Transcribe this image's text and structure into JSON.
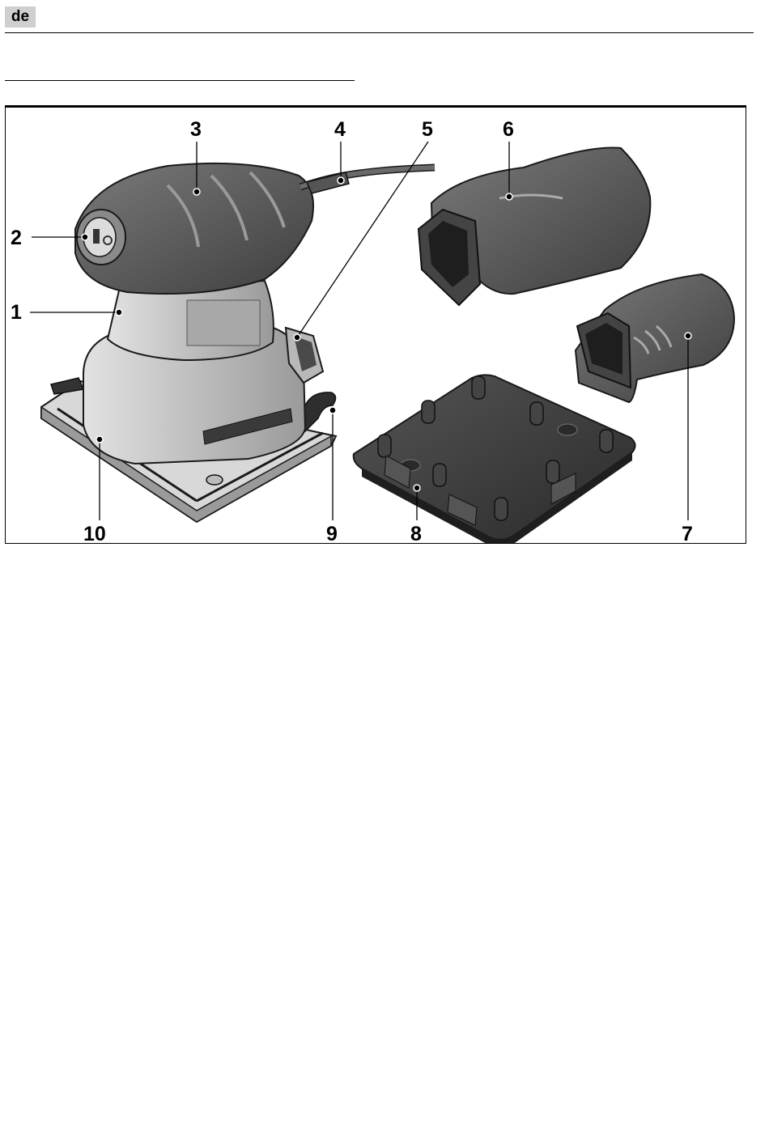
{
  "header": {
    "language_code": "de"
  },
  "figure": {
    "callouts": [
      {
        "id": "1",
        "text": "1"
      },
      {
        "id": "2",
        "text": "2"
      },
      {
        "id": "3",
        "text": "3"
      },
      {
        "id": "4",
        "text": "4"
      },
      {
        "id": "5",
        "text": "5"
      },
      {
        "id": "6",
        "text": "6"
      },
      {
        "id": "7",
        "text": "7"
      },
      {
        "id": "8",
        "text": "8"
      },
      {
        "id": "9",
        "text": "9"
      },
      {
        "id": "10",
        "text": "10"
      }
    ],
    "colors": {
      "dark_body": "#555555",
      "light_body": "#c9c9c9",
      "pad": "#3c3c3c",
      "outline": "#1a1a1a"
    }
  }
}
